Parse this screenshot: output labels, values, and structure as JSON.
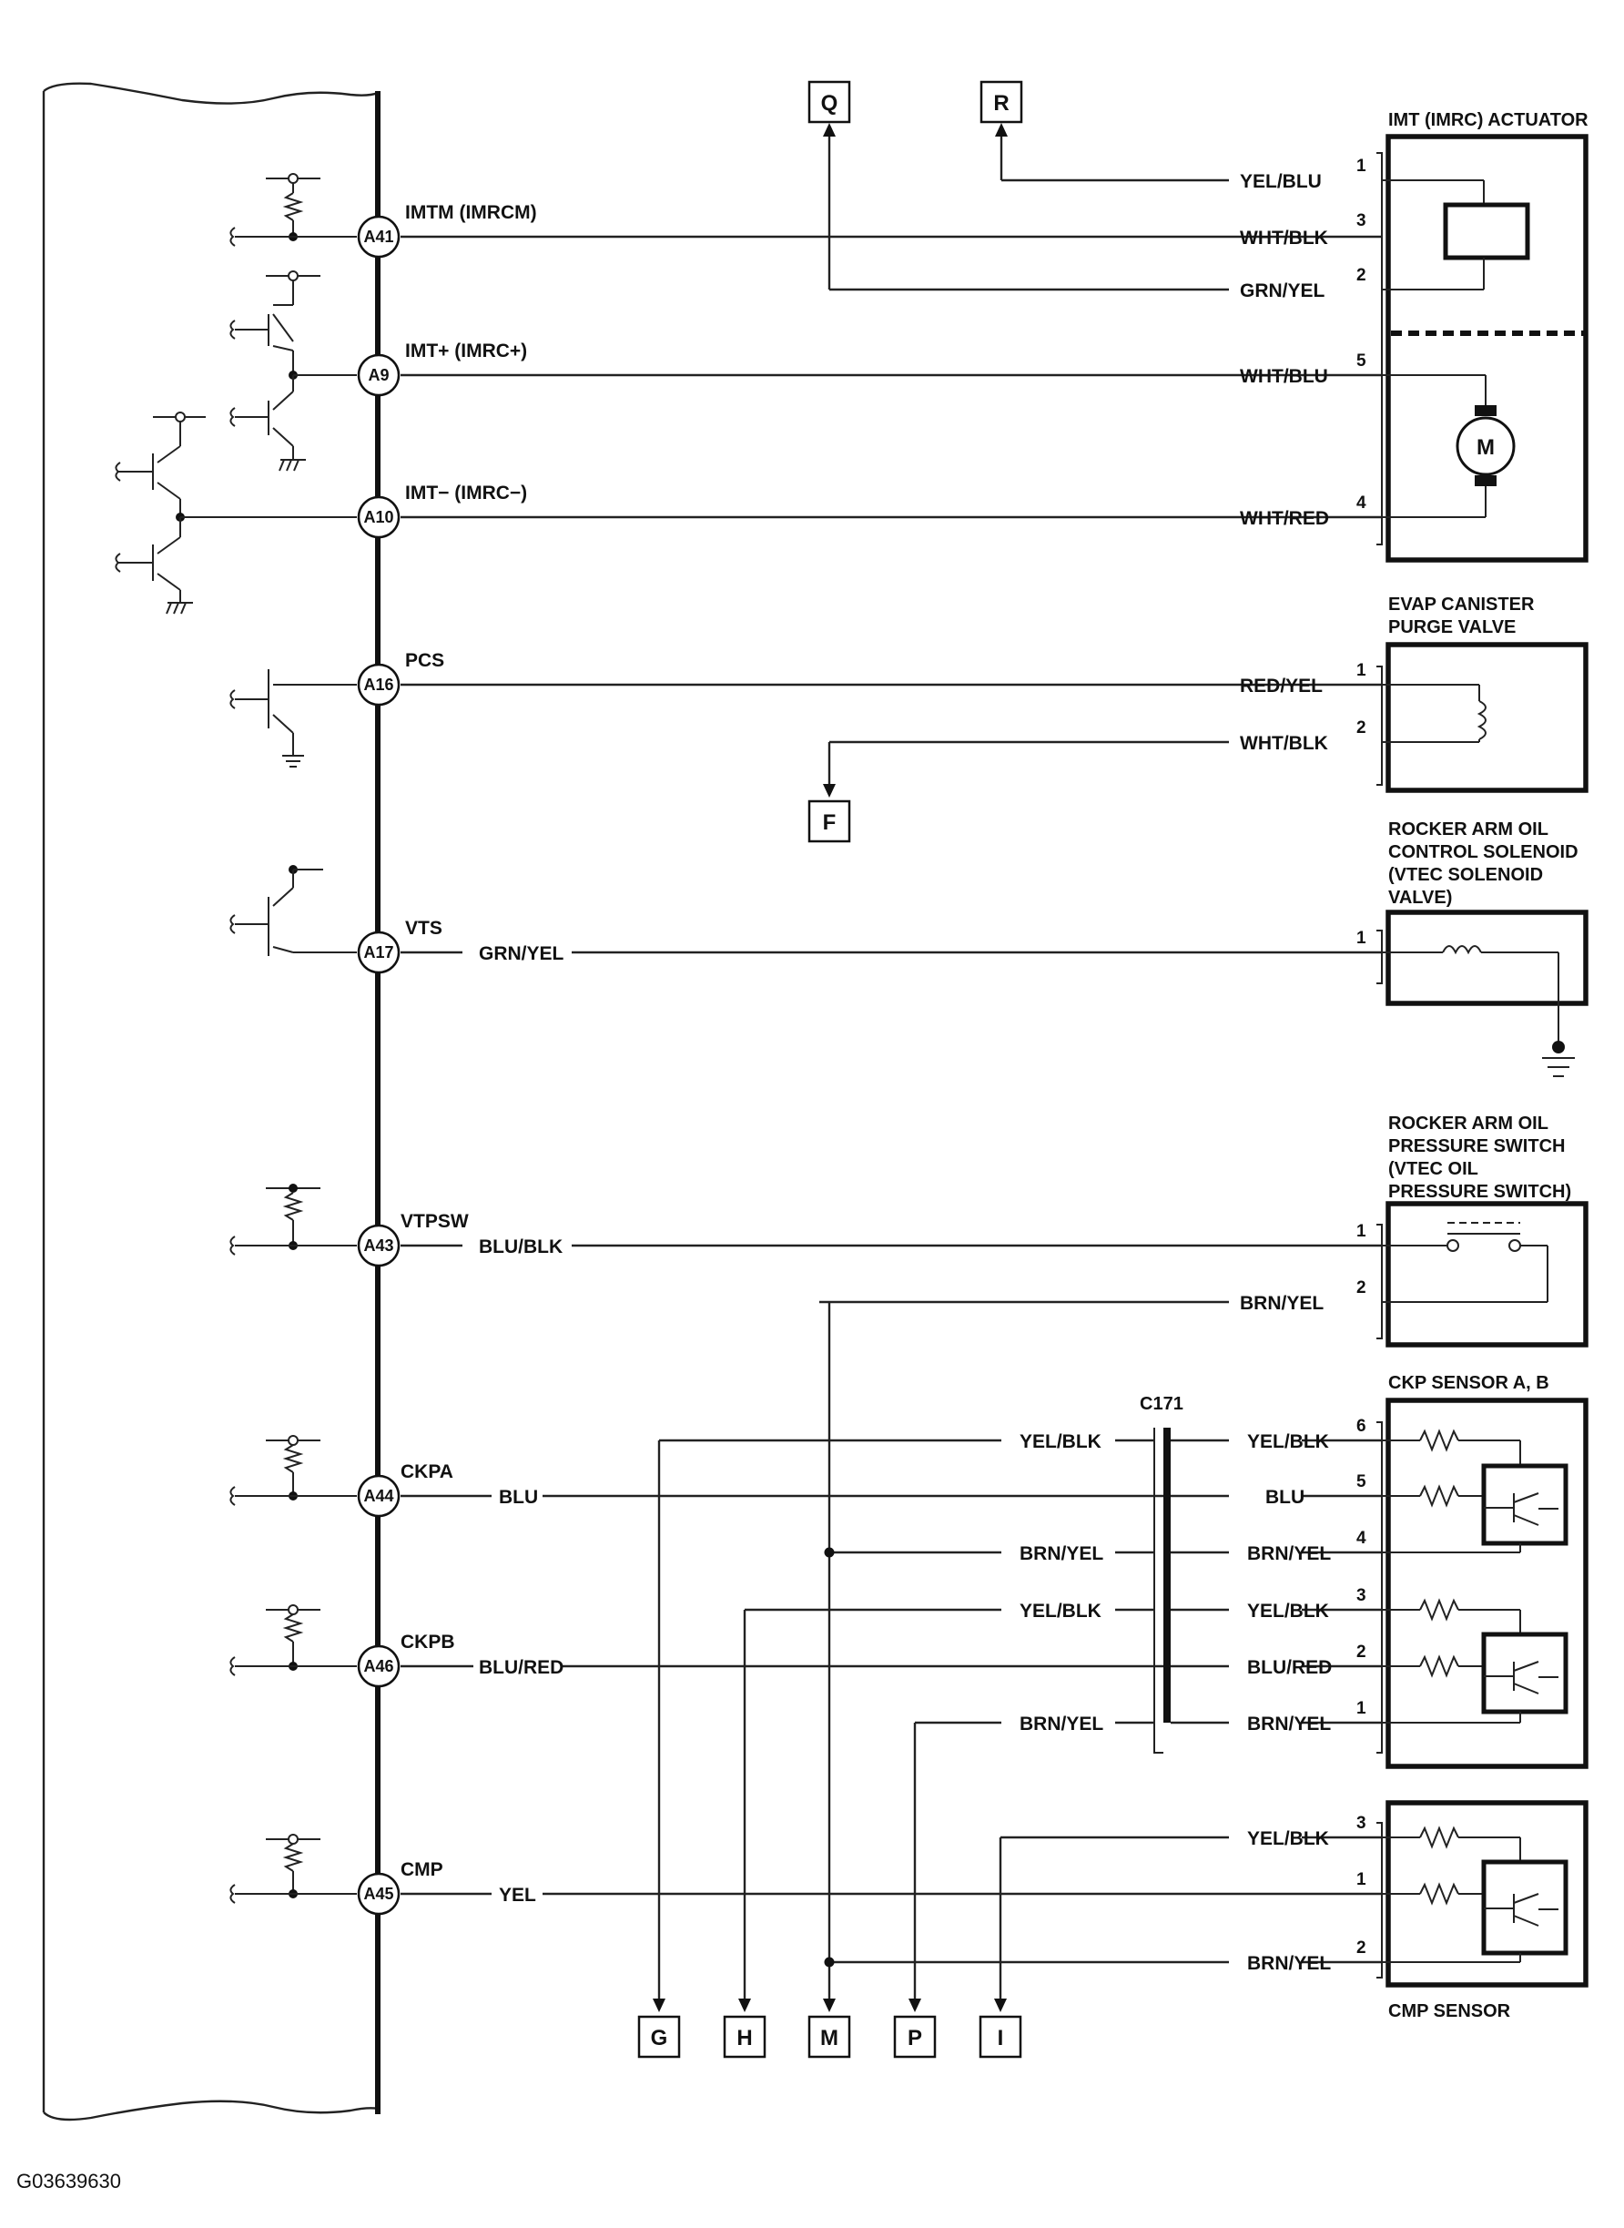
{
  "figure_id": "G03639630",
  "ecm_pins": [
    {
      "pin": "A41",
      "signal": "IMTM (IMRCM)"
    },
    {
      "pin": "A9",
      "signal": "IMT+ (IMRC+)"
    },
    {
      "pin": "A10",
      "signal": "IMT− (IMRC−)"
    },
    {
      "pin": "A16",
      "signal": "PCS"
    },
    {
      "pin": "A17",
      "signal": "VTS",
      "wire": "GRN/YEL"
    },
    {
      "pin": "A43",
      "signal": "VTPSW",
      "wire": "BLU/BLK"
    },
    {
      "pin": "A44",
      "signal": "CKPA",
      "wire": "BLU"
    },
    {
      "pin": "A46",
      "signal": "CKPB",
      "wire": "BLU/RED"
    },
    {
      "pin": "A45",
      "signal": "CMP",
      "wire": "YEL"
    }
  ],
  "components": {
    "imt": {
      "title": "IMT (IMRC) ACTUATOR",
      "motor": "M"
    },
    "evap": {
      "title_1": "EVAP CANISTER",
      "title_2": "PURGE VALVE"
    },
    "vtec_sol": {
      "title_1": "ROCKER ARM OIL",
      "title_2": "CONTROL SOLENOID",
      "title_3": "(VTEC SOLENOID",
      "title_4": "VALVE)"
    },
    "vtec_psw": {
      "title_1": "ROCKER ARM OIL",
      "title_2": "PRESSURE SWITCH",
      "title_3": "(VTEC OIL",
      "title_4": "PRESSURE SWITCH)"
    },
    "ckp": {
      "title": "CKP SENSOR A, B"
    },
    "cmp": {
      "title": "CMP SENSOR"
    }
  },
  "connector": {
    "id": "C171"
  },
  "wire_labels": {
    "imt_1": "YEL/BLU",
    "imt_3": "WHT/BLK",
    "imt_2": "GRN/YEL",
    "imt_5": "WHT/BLU",
    "imt_4": "WHT/RED",
    "evap_1": "RED/YEL",
    "evap_2": "WHT/BLK",
    "psw_2": "BRN/YEL",
    "ckp_l_6": "YEL/BLK",
    "ckp_l_4": "BRN/YEL",
    "ckp_l_3": "YEL/BLK",
    "ckp_l_1": "BRN/YEL",
    "ckp_r_6": "YEL/BLK",
    "ckp_r_5": "BLU",
    "ckp_r_4": "BRN/YEL",
    "ckp_r_3": "YEL/BLK",
    "ckp_r_2": "BLU/RED",
    "ckp_r_1": "BRN/YEL",
    "cmp_3": "YEL/BLK",
    "cmp_2": "BRN/YEL"
  },
  "pin_numbers": {
    "imt_1": "1",
    "imt_3": "3",
    "imt_2": "2",
    "imt_5": "5",
    "imt_4": "4",
    "evap_1": "1",
    "evap_2": "2",
    "sol_1": "1",
    "psw_1": "1",
    "psw_2": "2",
    "ckp_6": "6",
    "ckp_5": "5",
    "ckp_4": "4",
    "ckp_3": "3",
    "ckp_2": "2",
    "ckp_1": "1",
    "cmp_3": "3",
    "cmp_1": "1",
    "cmp_2": "2"
  },
  "ref_labels": {
    "Q": "Q",
    "R": "R",
    "F": "F",
    "G": "G",
    "H": "H",
    "M": "M",
    "P": "P",
    "I": "I"
  }
}
